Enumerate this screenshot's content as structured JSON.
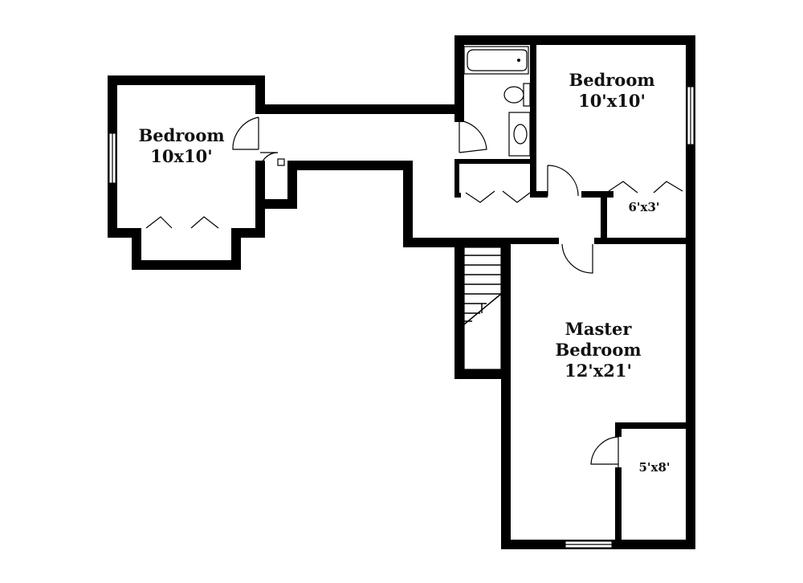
{
  "rooms": {
    "bedroom_left": {
      "name": "Bedroom",
      "size": "10x10'"
    },
    "bedroom_right": {
      "name": "Bedroom",
      "size": "10'x10'"
    },
    "closet_top": {
      "size": "6'x3'"
    },
    "master": {
      "name_line1": "Master",
      "name_line2": "Bedroom",
      "size": "12'x21'"
    },
    "closet_bottom": {
      "size": "5'x8'"
    }
  },
  "colors": {
    "wall": "#000000",
    "background": "#ffffff"
  }
}
